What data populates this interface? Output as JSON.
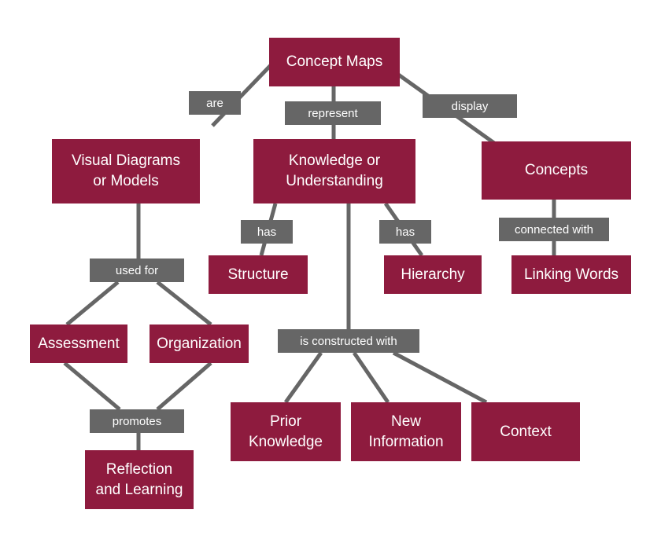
{
  "colors": {
    "concept_fill": "#8e1b3e",
    "link_fill": "#666666",
    "line": "#666666",
    "text": "#ffffff"
  },
  "nodes": {
    "concept_maps": "Concept Maps",
    "visual_diagrams": "Visual Diagrams\nor Models",
    "knowledge": "Knowledge or\nUnderstanding",
    "concepts": "Concepts",
    "structure": "Structure",
    "hierarchy": "Hierarchy",
    "linking_words": "Linking Words",
    "assessment": "Assessment",
    "organization": "Organization",
    "reflection": "Reflection\nand Learning",
    "prior_knowledge": "Prior\nKnowledge",
    "new_information": "New\nInformation",
    "context": "Context"
  },
  "links": {
    "are": "are",
    "represent": "represent",
    "display": "display",
    "has_structure": "has",
    "has_hierarchy": "has",
    "connected_with": "connected with",
    "used_for": "used for",
    "is_constructed_with": "is constructed with",
    "promotes": "promotes"
  }
}
